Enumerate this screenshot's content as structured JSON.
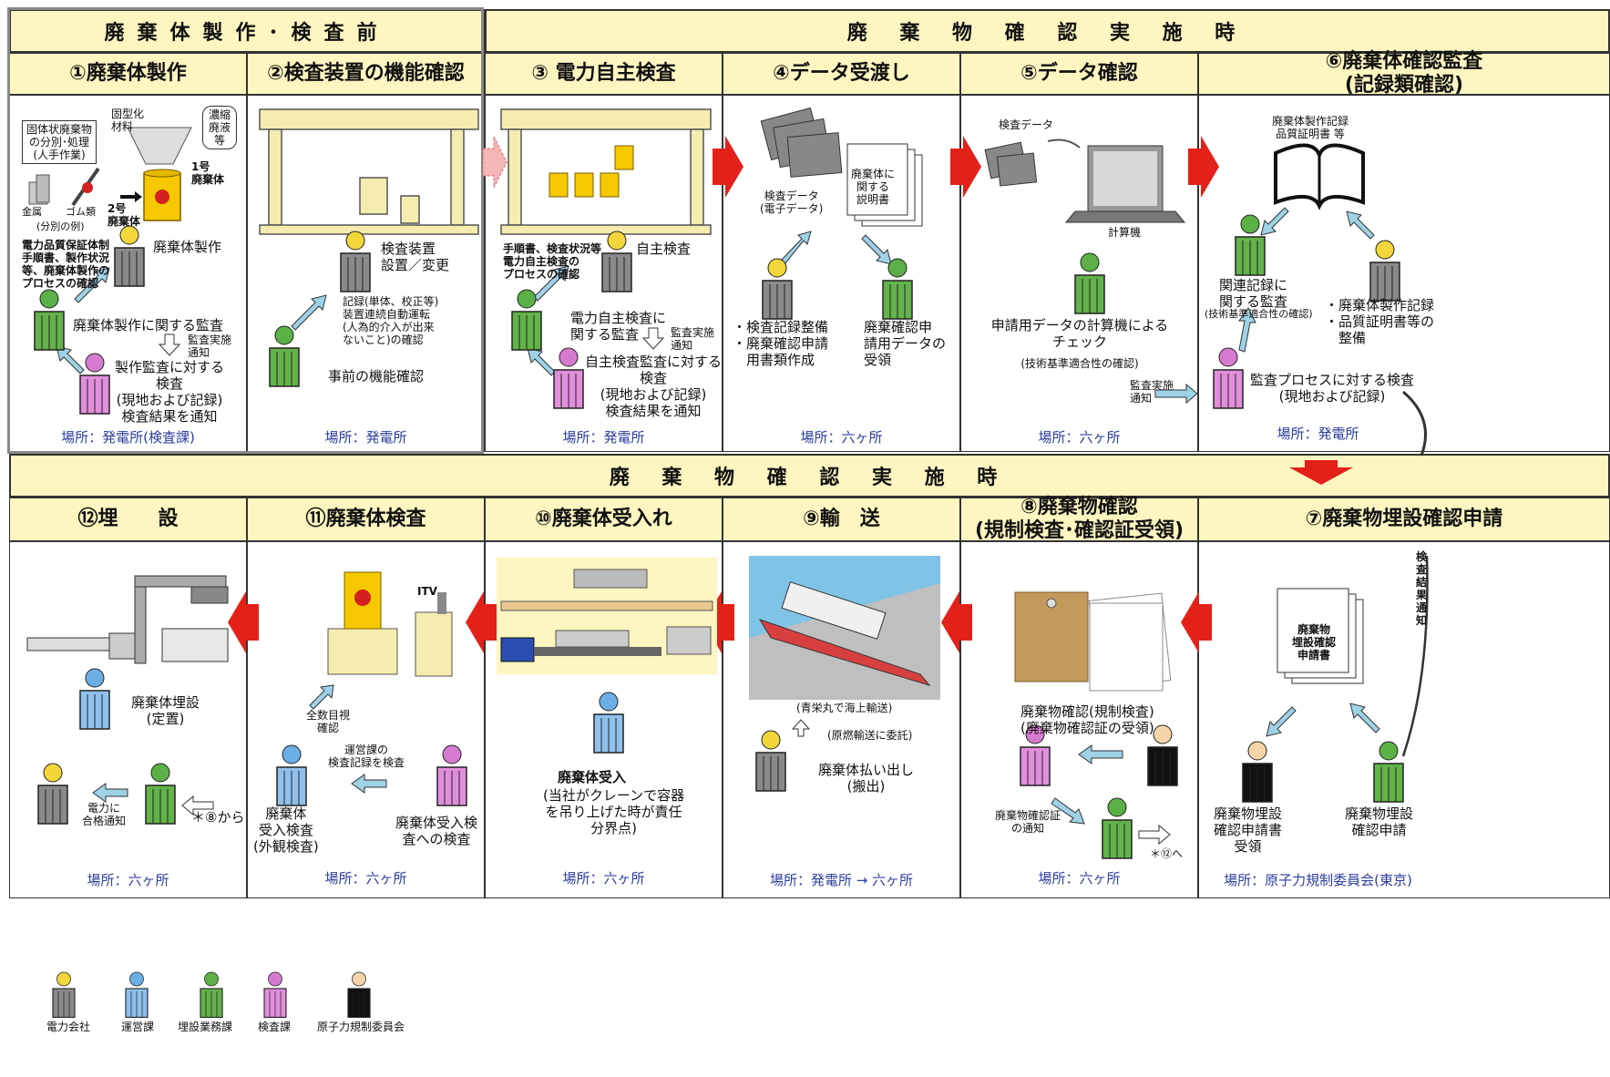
{
  "bands": {
    "top_left": "廃棄体製作･検査前",
    "top_right": "廃 棄 物 確 認 実 施 時",
    "middle": "廃 棄 物 確 認 実 施 時"
  },
  "steps": {
    "s1": {
      "title": "①廃棄体製作",
      "location": "場所：発電所(検査課)",
      "labels": {
        "kokeika": "固型化\n材料",
        "noshuku": "濃縮\n廃液\n等",
        "kotai": "固体状廃棄物\nの分別･処理\n(人手作業)",
        "kinzoku": "金属",
        "gomu": "ゴム類",
        "bunbetsu": "(分別の例)",
        "one": "1号\n廃棄体",
        "two": "2号\n廃棄体",
        "denryoku_hinshitsu": "電力品質保証体制\n手順書、製作状況\n等、廃棄体製作の\nプロセスの確認",
        "haikitai_seisaku": "廃棄体製作",
        "kansa": "廃棄体製作に関する監査",
        "kansa_tsuchi": "監査実施\n通知",
        "seisaku_kansa": "製作監査に対する\n検査\n(現地および記録)\n検査結果を通知"
      }
    },
    "s2": {
      "title": "②検査装置の機能確認",
      "location": "場所：発電所",
      "labels": {
        "kensa_sochi": "検査装置\n設置／変更",
        "kiroku": "記録(単体、校正等)\n装置連続自動運転\n(人為的介入が出来\nないこと)の確認",
        "jizen": "事前の機能確認"
      }
    },
    "s3": {
      "title": "③ 電力自主検査",
      "location": "場所：発電所",
      "labels": {
        "tejun": "手順書、検査状況等\n電力自主検査の\nプロセスの確認",
        "jishu": "自主検査",
        "kansa": "電力自主検査に\n関する監査",
        "kansa_tsuchi": "監査実施\n通知",
        "jishu_kansa": "自主検査監査に対する\n検査\n(現地および記録)\n検査結果を通知"
      }
    },
    "s4": {
      "title": "④データ受渡し",
      "location": "場所：六ヶ所",
      "labels": {
        "kensa_data": "検査データ\n(電子データ)",
        "setsumei": "廃棄体に\n関する\n説明書",
        "seibi": "・検査記録整備\n・廃棄確認申請\n　用書類作成",
        "juryo": "廃棄確認申\n請用データの\n受領"
      }
    },
    "s5": {
      "title": "⑤データ確認",
      "location": "場所：六ヶ所",
      "labels": {
        "kensa_data": "検査データ",
        "keisanki": "計算機",
        "check": "申請用データの計算機による\nチェック",
        "gijutsu": "(技術基準適合性の確認)",
        "kansa_tsuchi": "監査実施\n通知"
      }
    },
    "s6": {
      "title": "⑥廃棄体確認監査\n(記録類確認)",
      "location": "場所：発電所",
      "labels": {
        "kiroku": "廃棄体製作記録\n品質証明書 等",
        "kanren": "関連記録に\n関する監査",
        "gijutsu": "(技術基準適合性の確認)",
        "seibi": "・廃棄体製作記録\n・品質証明書等の\n　整備",
        "process": "監査プロセスに対する検査\n(現地および記録)"
      }
    },
    "s7": {
      "title": "⑦廃棄物埋設確認申請",
      "location": "場所：原子力規制委員会(東京)",
      "labels": {
        "shinseisho": "廃棄物\n埋設確認\n申請書",
        "kekka": "検査結果通知",
        "uketori": "廃棄物埋設\n確認申請書\n受領",
        "shinsei": "廃棄物埋設\n確認申請"
      }
    },
    "s8": {
      "title": "⑧廃棄物確認\n(規制検査･確認証受領)",
      "location": "場所：六ヶ所",
      "labels": {
        "kakunin": "廃棄物確認(規制検査)\n(廃棄物確認証の受領)",
        "tsuchi": "廃棄物確認証\nの通知",
        "to12": "＊⑫へ"
      }
    },
    "s9": {
      "title": "⑨輸　送",
      "location": "場所：発電所 → 六ヶ所",
      "labels": {
        "seiei": "(青栄丸で海上輸送)",
        "itaku": "(原燃輸送に委託)",
        "haraidashi": "廃棄体払い出し\n(搬出)"
      }
    },
    "s10": {
      "title": "⑩廃棄体受入れ",
      "location": "場所：六ヶ所",
      "labels": {
        "ukeire": "廃棄体受入",
        "bunkai": "(当社がクレーンで容器\nを吊り上げた時が責任\n分界点)"
      }
    },
    "s11": {
      "title": "⑪廃棄体検査",
      "location": "場所：六ヶ所",
      "labels": {
        "itv": "ITV",
        "zensu": "全数目視\n確認",
        "uneika": "運営課の\n検査記録を検査",
        "ukeire_kensa": "廃棄体\n受入検査\n(外観検査)",
        "ukeire_kensa2": "廃棄体受入検\n査への検査"
      }
    },
    "s12": {
      "title": "⑫埋　　設",
      "location": "場所：六ヶ所",
      "labels": {
        "maisetsu": "廃棄体埋設\n(定置)",
        "gokaku": "電力に\n合格通知",
        "from8": "＊⑧から"
      }
    }
  },
  "legend": [
    {
      "label": "電力会社",
      "color": "#f2d63a",
      "body": "#8a8a8a"
    },
    {
      "label": "運営課",
      "color": "#6ab0e6",
      "body": "#8fc1ec"
    },
    {
      "label": "埋設業務課",
      "color": "#5bb046",
      "body": "#62b34a"
    },
    {
      "label": "検査課",
      "color": "#d67ad0",
      "body": "#e18fdc"
    },
    {
      "label": "原子力規制委員会",
      "color": "#f4d4a8",
      "body": "#111111"
    }
  ],
  "colors": {
    "header_bg": "#fdf6c0",
    "arrow_red": "#e32119",
    "arrow_light": "#9ed2e6",
    "location_text": "#2c3e9e"
  }
}
